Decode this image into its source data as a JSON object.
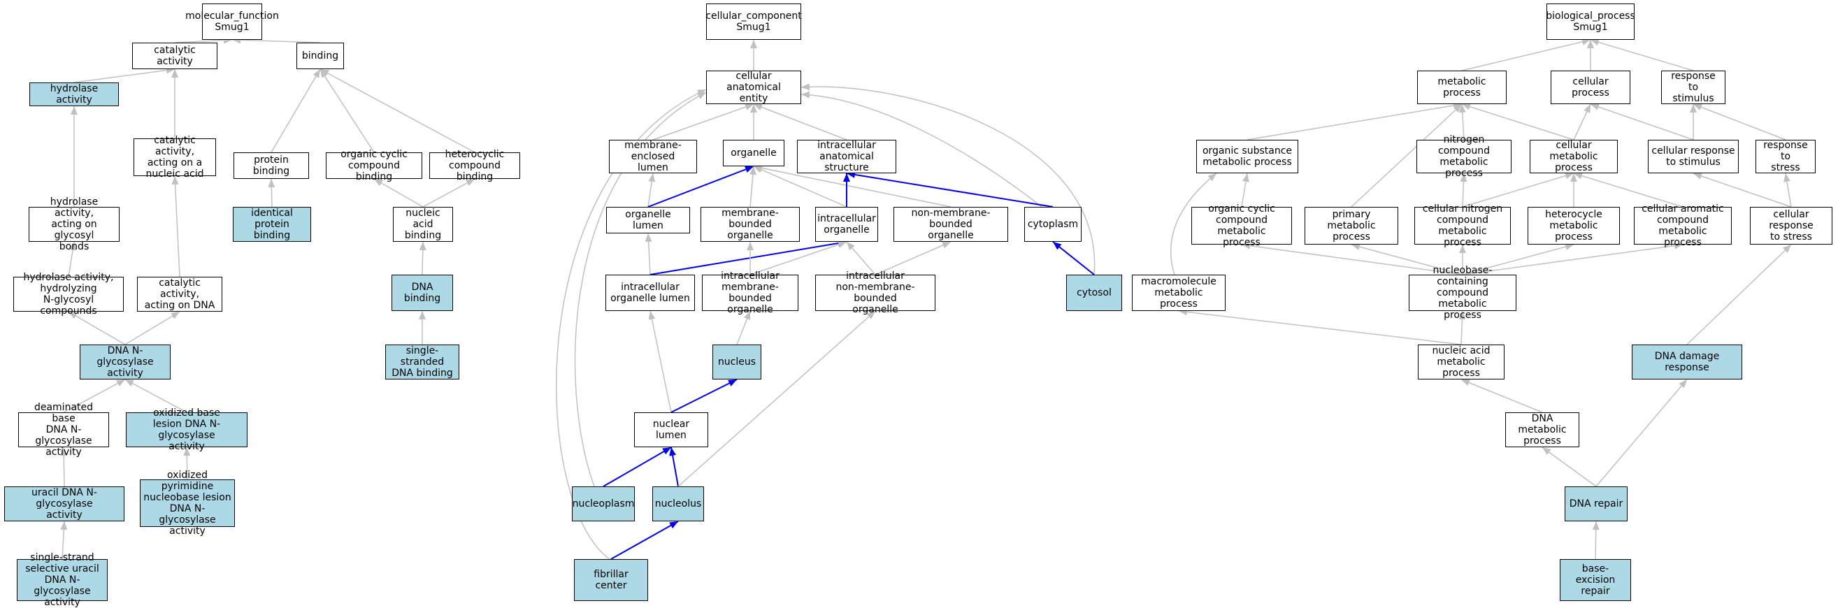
{
  "colors": {
    "highlight": "#add8e6",
    "gray_edge": "#c0c0c0",
    "blue_edge": "#0000ee"
  },
  "nodes": [
    {
      "id": "mf",
      "label": "molecular_function\nSmug1",
      "hl": false
    },
    {
      "id": "cat",
      "label": "catalytic activity",
      "hl": false
    },
    {
      "id": "bind",
      "label": "binding",
      "hl": false
    },
    {
      "id": "hyd",
      "label": "hydrolase activity",
      "hl": true
    },
    {
      "id": "catna",
      "label": "catalytic activity,\nacting on a\nnucleic acid",
      "hl": false
    },
    {
      "id": "pbind",
      "label": "protein binding",
      "hl": false
    },
    {
      "id": "occb",
      "label": "organic cyclic\ncompound binding",
      "hl": false
    },
    {
      "id": "hccb",
      "label": "heterocyclic\ncompound binding",
      "hl": false
    },
    {
      "id": "hydgly",
      "label": "hydrolase activity,\nacting on glycosyl\nbonds",
      "hl": false
    },
    {
      "id": "ipb",
      "label": "identical protein\nbinding",
      "hl": true
    },
    {
      "id": "nab",
      "label": "nucleic acid\nbinding",
      "hl": false
    },
    {
      "id": "hydng",
      "label": "hydrolase activity,\nhydrolyzing\nN-glycosyl compounds",
      "hl": false
    },
    {
      "id": "catdna",
      "label": "catalytic activity,\nacting on DNA",
      "hl": false
    },
    {
      "id": "dnab",
      "label": "DNA binding",
      "hl": true
    },
    {
      "id": "dnang",
      "label": "DNA N-glycosylase\nactivity",
      "hl": true
    },
    {
      "id": "ssdb",
      "label": "single-stranded\nDNA binding",
      "hl": true
    },
    {
      "id": "deam",
      "label": "deaminated base\nDNA N-glycosylase\nactivity",
      "hl": false
    },
    {
      "id": "oxb",
      "label": "oxidized base\nlesion DNA N-glycosylase\nactivity",
      "hl": true
    },
    {
      "id": "ura",
      "label": "uracil DNA N-glycosylase\nactivity",
      "hl": true
    },
    {
      "id": "oxpyr",
      "label": "oxidized pyrimidine\nnucleobase lesion\nDNA N-glycosylase\nactivity",
      "hl": true
    },
    {
      "id": "ssura",
      "label": "single-strand\nselective uracil\nDNA N-glycosylase\nactivity",
      "hl": true
    },
    {
      "id": "cc",
      "label": "cellular_component\nSmug1",
      "hl": false
    },
    {
      "id": "cae",
      "label": "cellular anatomical\nentity",
      "hl": false
    },
    {
      "id": "mel",
      "label": "membrane-enclosed\nlumen",
      "hl": false
    },
    {
      "id": "org",
      "label": "organelle",
      "hl": false
    },
    {
      "id": "ias",
      "label": "intracellular\nanatomical structure",
      "hl": false
    },
    {
      "id": "orgl",
      "label": "organelle lumen",
      "hl": false
    },
    {
      "id": "mbo",
      "label": "membrane-bounded\norganelle",
      "hl": false
    },
    {
      "id": "io",
      "label": "intracellular\norganelle",
      "hl": false
    },
    {
      "id": "nmbo",
      "label": "non-membrane-bounded\norganelle",
      "hl": false
    },
    {
      "id": "cyto",
      "label": "cytoplasm",
      "hl": false
    },
    {
      "id": "iol",
      "label": "intracellular\norganelle lumen",
      "hl": false
    },
    {
      "id": "imbo",
      "label": "intracellular\nmembrane-bounded\norganelle",
      "hl": false
    },
    {
      "id": "inmbo",
      "label": "intracellular\nnon-membrane-bounded\norganelle",
      "hl": false
    },
    {
      "id": "cytosol",
      "label": "cytosol",
      "hl": true
    },
    {
      "id": "nuc",
      "label": "nucleus",
      "hl": true
    },
    {
      "id": "nl",
      "label": "nuclear lumen",
      "hl": false
    },
    {
      "id": "npl",
      "label": "nucleoplasm",
      "hl": true
    },
    {
      "id": "nucl",
      "label": "nucleolus",
      "hl": true
    },
    {
      "id": "fc",
      "label": "fibrillar center",
      "hl": true
    },
    {
      "id": "bp",
      "label": "biological_process\nSmug1",
      "hl": false
    },
    {
      "id": "mp",
      "label": "metabolic process",
      "hl": false
    },
    {
      "id": "cp",
      "label": "cellular process",
      "hl": false
    },
    {
      "id": "rs",
      "label": "response to\nstimulus",
      "hl": false
    },
    {
      "id": "osmp",
      "label": "organic substance\nmetabolic process",
      "hl": false
    },
    {
      "id": "ncmp",
      "label": "nitrogen compound\nmetabolic process",
      "hl": false
    },
    {
      "id": "cmp",
      "label": "cellular metabolic\nprocess",
      "hl": false
    },
    {
      "id": "crs",
      "label": "cellular response\nto stimulus",
      "hl": false
    },
    {
      "id": "rst",
      "label": "response to\nstress",
      "hl": false
    },
    {
      "id": "occmp",
      "label": "organic cyclic\ncompound metabolic\nprocess",
      "hl": false
    },
    {
      "id": "pmp",
      "label": "primary metabolic\nprocess",
      "hl": false
    },
    {
      "id": "cncmp",
      "label": "cellular nitrogen\ncompound metabolic\nprocess",
      "hl": false
    },
    {
      "id": "hmp",
      "label": "heterocycle\nmetabolic process",
      "hl": false
    },
    {
      "id": "cacmp",
      "label": "cellular aromatic\ncompound metabolic\nprocess",
      "hl": false
    },
    {
      "id": "crst",
      "label": "cellular response\nto stress",
      "hl": false
    },
    {
      "id": "mmp",
      "label": "macromolecule\nmetabolic process",
      "hl": false
    },
    {
      "id": "nbcmp",
      "label": "nucleobase-containing\ncompound metabolic\nprocess",
      "hl": false
    },
    {
      "id": "namp",
      "label": "nucleic acid\nmetabolic process",
      "hl": false
    },
    {
      "id": "ddr",
      "label": "DNA damage response",
      "hl": true
    },
    {
      "id": "dmp",
      "label": "DNA metabolic\nprocess",
      "hl": false
    },
    {
      "id": "dr",
      "label": "DNA repair",
      "hl": true
    },
    {
      "id": "ber",
      "label": "base-excision\nrepair",
      "hl": true
    }
  ],
  "edges": [
    {
      "from": "cat",
      "to": "mf",
      "c": "gray"
    },
    {
      "from": "bind",
      "to": "mf",
      "c": "gray"
    },
    {
      "from": "hyd",
      "to": "cat",
      "c": "gray"
    },
    {
      "from": "catna",
      "to": "cat",
      "c": "gray"
    },
    {
      "from": "pbind",
      "to": "bind",
      "c": "gray"
    },
    {
      "from": "occb",
      "to": "bind",
      "c": "gray"
    },
    {
      "from": "hccb",
      "to": "bind",
      "c": "gray"
    },
    {
      "from": "hydgly",
      "to": "hyd",
      "c": "gray"
    },
    {
      "from": "ipb",
      "to": "pbind",
      "c": "gray"
    },
    {
      "from": "nab",
      "to": "occb",
      "c": "gray"
    },
    {
      "from": "nab",
      "to": "hccb",
      "c": "gray"
    },
    {
      "from": "hydng",
      "to": "hydgly",
      "c": "gray"
    },
    {
      "from": "catdna",
      "to": "catna",
      "c": "gray"
    },
    {
      "from": "dnab",
      "to": "nab",
      "c": "gray"
    },
    {
      "from": "dnang",
      "to": "hydng",
      "c": "gray"
    },
    {
      "from": "dnang",
      "to": "catdna",
      "c": "gray"
    },
    {
      "from": "ssdb",
      "to": "dnab",
      "c": "gray"
    },
    {
      "from": "deam",
      "to": "dnang",
      "c": "gray"
    },
    {
      "from": "oxb",
      "to": "dnang",
      "c": "gray"
    },
    {
      "from": "ura",
      "to": "deam",
      "c": "gray"
    },
    {
      "from": "oxpyr",
      "to": "oxb",
      "c": "gray"
    },
    {
      "from": "ssura",
      "to": "ura",
      "c": "gray"
    },
    {
      "from": "cae",
      "to": "cc",
      "c": "gray"
    },
    {
      "from": "mel",
      "to": "cae",
      "c": "gray"
    },
    {
      "from": "org",
      "to": "cae",
      "c": "gray"
    },
    {
      "from": "ias",
      "to": "cae",
      "c": "gray"
    },
    {
      "from": "cyto",
      "to": "cae",
      "c": "gray"
    },
    {
      "from": "cytosol",
      "to": "cae",
      "c": "gray"
    },
    {
      "from": "npl",
      "to": "cae",
      "c": "gray"
    },
    {
      "from": "fc",
      "to": "cae",
      "c": "gray"
    },
    {
      "from": "orgl",
      "to": "mel",
      "c": "gray"
    },
    {
      "from": "orgl",
      "to": "org",
      "c": "blue"
    },
    {
      "from": "mbo",
      "to": "org",
      "c": "gray"
    },
    {
      "from": "io",
      "to": "org",
      "c": "gray"
    },
    {
      "from": "nmbo",
      "to": "org",
      "c": "gray"
    },
    {
      "from": "io",
      "to": "ias",
      "c": "blue"
    },
    {
      "from": "cyto",
      "to": "ias",
      "c": "blue"
    },
    {
      "from": "iol",
      "to": "orgl",
      "c": "gray"
    },
    {
      "from": "iol",
      "to": "io",
      "c": "blue"
    },
    {
      "from": "imbo",
      "to": "mbo",
      "c": "gray"
    },
    {
      "from": "imbo",
      "to": "io",
      "c": "gray"
    },
    {
      "from": "inmbo",
      "to": "io",
      "c": "gray"
    },
    {
      "from": "inmbo",
      "to": "nmbo",
      "c": "gray"
    },
    {
      "from": "cytosol",
      "to": "cyto",
      "c": "blue"
    },
    {
      "from": "nuc",
      "to": "imbo",
      "c": "gray"
    },
    {
      "from": "nl",
      "to": "iol",
      "c": "gray"
    },
    {
      "from": "nl",
      "to": "nuc",
      "c": "blue"
    },
    {
      "from": "npl",
      "to": "nl",
      "c": "blue"
    },
    {
      "from": "nucl",
      "to": "nl",
      "c": "blue"
    },
    {
      "from": "nucl",
      "to": "inmbo",
      "c": "gray"
    },
    {
      "from": "fc",
      "to": "nucl",
      "c": "blue"
    },
    {
      "from": "mp",
      "to": "bp",
      "c": "gray"
    },
    {
      "from": "cp",
      "to": "bp",
      "c": "gray"
    },
    {
      "from": "rs",
      "to": "bp",
      "c": "gray"
    },
    {
      "from": "osmp",
      "to": "mp",
      "c": "gray"
    },
    {
      "from": "ncmp",
      "to": "mp",
      "c": "gray"
    },
    {
      "from": "pmp",
      "to": "mp",
      "c": "gray"
    },
    {
      "from": "cmp",
      "to": "mp",
      "c": "gray"
    },
    {
      "from": "cmp",
      "to": "cp",
      "c": "gray"
    },
    {
      "from": "crs",
      "to": "cp",
      "c": "gray"
    },
    {
      "from": "crs",
      "to": "rs",
      "c": "gray"
    },
    {
      "from": "rst",
      "to": "rs",
      "c": "gray"
    },
    {
      "from": "occmp",
      "to": "osmp",
      "c": "gray"
    },
    {
      "from": "mmp",
      "to": "osmp",
      "c": "gray"
    },
    {
      "from": "cncmp",
      "to": "ncmp",
      "c": "gray"
    },
    {
      "from": "cncmp",
      "to": "cmp",
      "c": "gray"
    },
    {
      "from": "hmp",
      "to": "cmp",
      "c": "gray"
    },
    {
      "from": "cacmp",
      "to": "cmp",
      "c": "gray"
    },
    {
      "from": "crst",
      "to": "crs",
      "c": "gray"
    },
    {
      "from": "crst",
      "to": "rst",
      "c": "gray"
    },
    {
      "from": "nbcmp",
      "to": "occmp",
      "c": "gray"
    },
    {
      "from": "nbcmp",
      "to": "pmp",
      "c": "gray"
    },
    {
      "from": "nbcmp",
      "to": "cncmp",
      "c": "gray"
    },
    {
      "from": "nbcmp",
      "to": "hmp",
      "c": "gray"
    },
    {
      "from": "nbcmp",
      "to": "cacmp",
      "c": "gray"
    },
    {
      "from": "namp",
      "to": "nbcmp",
      "c": "gray"
    },
    {
      "from": "namp",
      "to": "mmp",
      "c": "gray"
    },
    {
      "from": "ddr",
      "to": "crst",
      "c": "gray"
    },
    {
      "from": "dmp",
      "to": "namp",
      "c": "gray"
    },
    {
      "from": "dr",
      "to": "dmp",
      "c": "gray"
    },
    {
      "from": "dr",
      "to": "ddr",
      "c": "gray"
    },
    {
      "from": "ber",
      "to": "dr",
      "c": "gray"
    }
  ]
}
